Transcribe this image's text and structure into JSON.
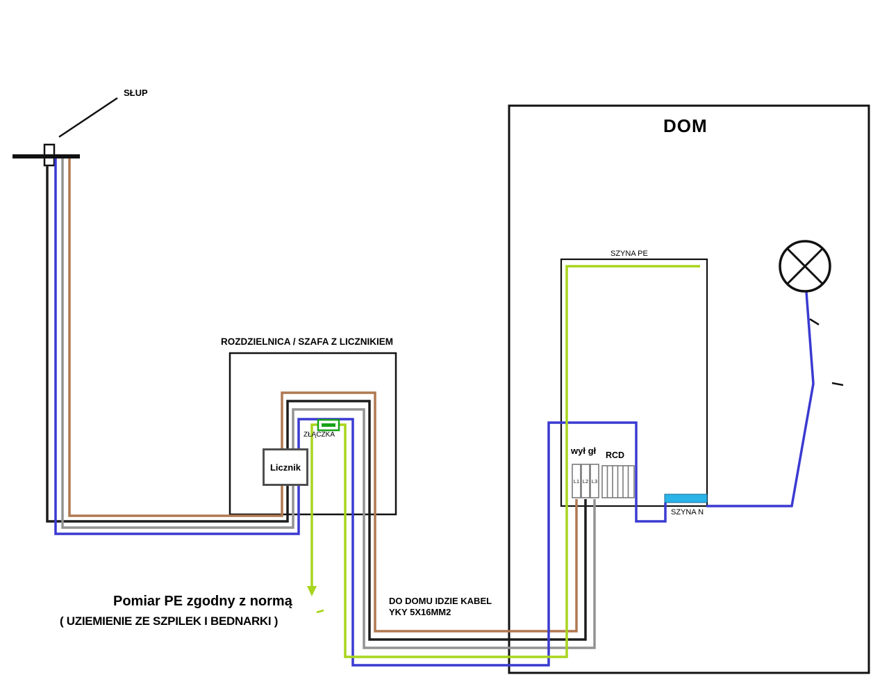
{
  "labels": {
    "slup": "SŁUP",
    "dom": "DOM",
    "rozdzielnica": "ROZDZIELNICA / SZAFA Z LICZNIKIEM",
    "licznik": "Licznik",
    "zlaczka": "ZŁĄCZKA",
    "szyna_pe": "SZYNA PE",
    "szyna_n": "SZYNA N",
    "wyl_gl": "wył gł",
    "rcd": "RCD",
    "pomiar_pe": "Pomiar PE zgodny z normą",
    "uziemienie": "( UZIEMIENIE ZE SZPILEK I BEDNARKI )",
    "kabel_line1": "DO DOMU IDZIE KABEL",
    "kabel_line2": "YKY 5X16MM2"
  },
  "terminals": [
    "L1",
    "L2",
    "L3"
  ],
  "colors": {
    "brown": "#b07850",
    "black": "#1c1c1c",
    "gray": "#939393",
    "blue": "#3a3ad2",
    "pe_green": "#a8d51e",
    "n_cyan": "#2ab4e8",
    "connector_green": "#17a317",
    "ink": "#111111"
  }
}
